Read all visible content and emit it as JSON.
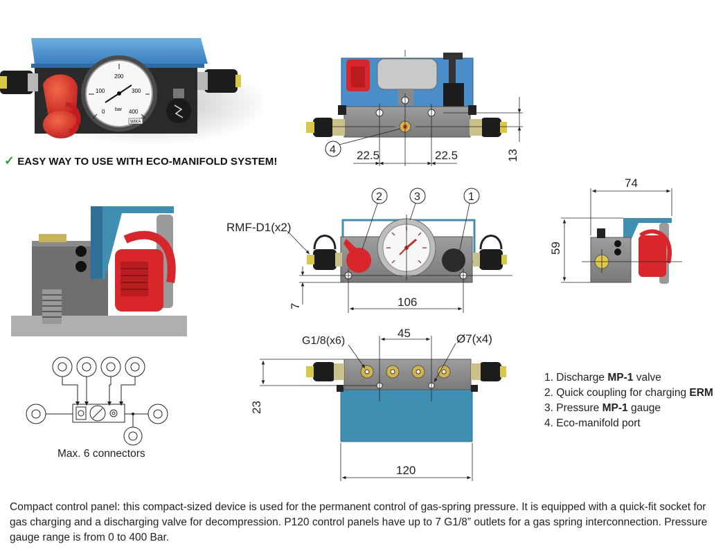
{
  "headline": {
    "check": "✓",
    "text": "EASY WAY TO USE WITH ECO-MANIFOLD SYSTEM!"
  },
  "gauge": {
    "scale": [
      "0",
      "100",
      "200",
      "300",
      "400"
    ],
    "unit": "bar",
    "brand": "WIKA"
  },
  "callouts": [
    "1",
    "2",
    "3",
    "4"
  ],
  "top_view": {
    "dim_left": "22.5",
    "dim_right": "22.5",
    "dim_height": "13"
  },
  "front_view": {
    "label_rmf": "RMF-D1(x2)",
    "dim_width": "106",
    "dim_height": "7"
  },
  "side_view": {
    "dim_width": "74",
    "dim_height": "59"
  },
  "bottom_view": {
    "label_thread": "G1/8(x6)",
    "label_hole": "Ø7(x4)",
    "dim_spacing": "45",
    "dim_height": "23",
    "dim_width": "120"
  },
  "schematic": {
    "caption": "Max. 6 connectors"
  },
  "legend": [
    {
      "num": "1.",
      "pre": "Discharge ",
      "bold": "MP-1",
      "post": " valve"
    },
    {
      "num": "2.",
      "pre": "Quick coupling for charging ",
      "bold": "ERM",
      "post": ""
    },
    {
      "num": "3.",
      "pre": "Pressure ",
      "bold": "MP-1",
      "post": " gauge"
    },
    {
      "num": "4.",
      "pre": "Eco-manifold port",
      "bold": "",
      "post": ""
    }
  ],
  "description": "Compact control panel: this compact-sized device is used for the permanent control of gas-spring pressure. It is equipped with a quick-fit socket for gas charging and a discharging valve for decompression. P120 control panels have up to 7 G1/8” outlets for a gas spring interconnection. Pressure gauge range is from 0 to 400 Bar.",
  "colors": {
    "blue": "#4a8fc9",
    "teal": "#3f8fb3",
    "red": "#d8262a",
    "steel": "#8e8e8e",
    "check": "#2e9e3a"
  }
}
